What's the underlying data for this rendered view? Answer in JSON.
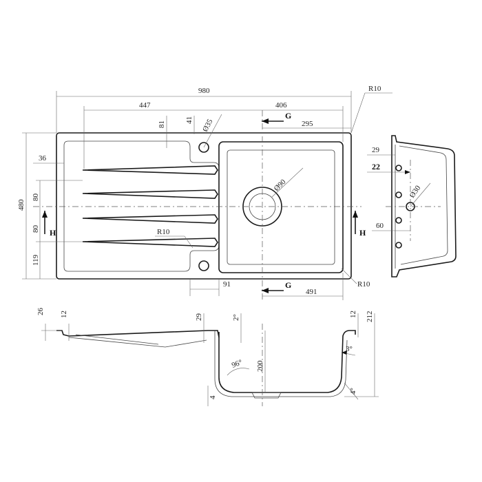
{
  "top_view": {
    "overall_width": "980",
    "drainer_width": "447",
    "bowl_section_width": "406",
    "bowl_offset": "295",
    "hole_offset_x": "81",
    "hole_offset_y": "41",
    "tap_hole_dia": "Ø35",
    "waste_dia": "Ø90",
    "corner_radius_top": "R10",
    "corner_radius_inner": "R10",
    "corner_radius_bottom": "R10",
    "rim_width": "36",
    "height": "480",
    "rib_spacing_1": "80",
    "rib_spacing_2": "80",
    "bottom_offset": "119",
    "bottom_hole_offset": "91",
    "bowl_width": "491",
    "section_g": "G",
    "section_h": "H"
  },
  "side_view": {
    "rim_29": "29",
    "rim_22": "22",
    "overflow_dia": "Ø30",
    "offset_60": "60"
  },
  "section_view": {
    "dim_26": "26",
    "dim_12_left": "12",
    "dim_29": "29",
    "angle_2": "2°",
    "dim_12_right": "12",
    "dim_212": "212",
    "depth_200": "200",
    "angle_96": "96°",
    "angle_3": "3°",
    "dim_4_left": "4",
    "angle_4": "4°"
  }
}
